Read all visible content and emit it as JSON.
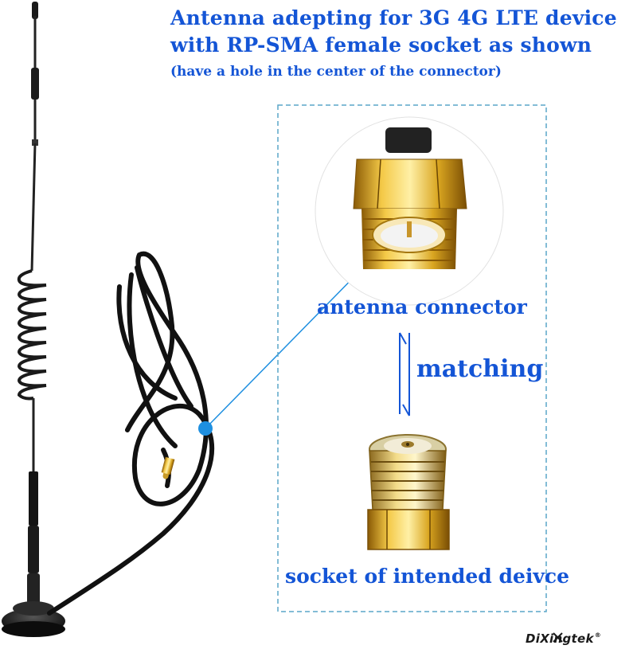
{
  "header": {
    "line1": "Antenna adepting for 3G 4G LTE device",
    "line2": "with RP-SMA female socket as shown",
    "line3": "(have a hole in the center of the connector)"
  },
  "callout": {
    "antenna_label": "antenna connector",
    "matching_label": "matching",
    "socket_label": "socket of intended deivce"
  },
  "brand": {
    "name": "DiXingtek",
    "reg_mark": "®"
  },
  "colors": {
    "accent": "#1455d6",
    "callout_dot": "#1e8fe0",
    "dashed_box": "#5aa6c8",
    "gold": "#d9a520"
  }
}
